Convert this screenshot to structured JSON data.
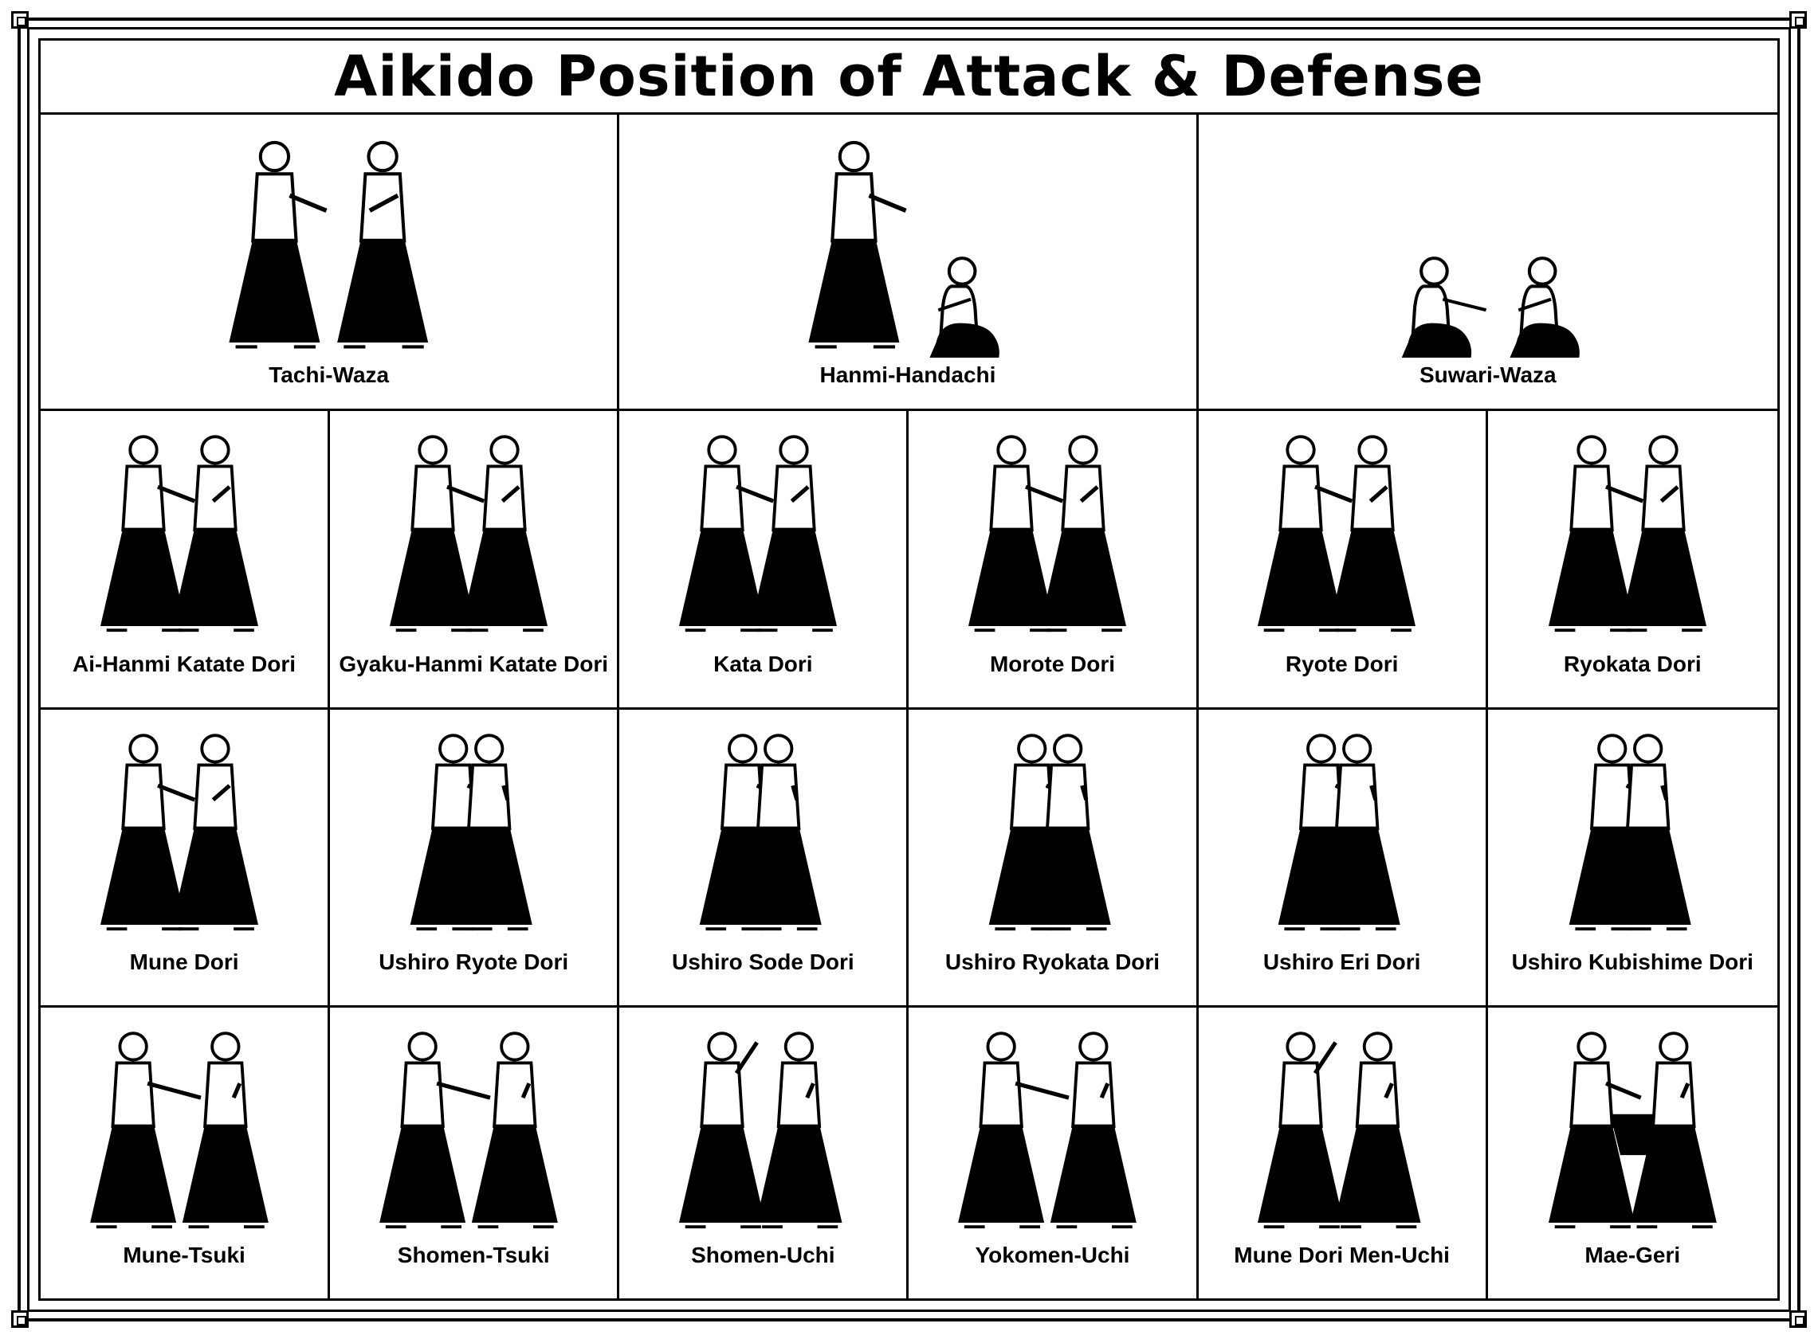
{
  "title": "Aikido Position of Attack & Defense",
  "row1": [
    {
      "label": "Tachi-Waza",
      "pose": "standing"
    },
    {
      "label": "Hanmi-Handachi",
      "pose": "standing-kneeling"
    },
    {
      "label": "Suwari-Waza",
      "pose": "kneeling"
    }
  ],
  "row2": [
    {
      "label": "Ai-Hanmi Katate Dori"
    },
    {
      "label": "Gyaku-Hanmi Katate Dori"
    },
    {
      "label": "Kata Dori"
    },
    {
      "label": "Morote Dori"
    },
    {
      "label": "Ryote Dori"
    },
    {
      "label": "Ryokata Dori"
    }
  ],
  "row3": [
    {
      "label": "Mune Dori"
    },
    {
      "label": "Ushiro Ryote Dori"
    },
    {
      "label": "Ushiro Sode Dori"
    },
    {
      "label": "Ushiro Ryokata Dori"
    },
    {
      "label": "Ushiro Eri Dori"
    },
    {
      "label": "Ushiro Kubishime Dori"
    }
  ],
  "row4": [
    {
      "label": "Mune-Tsuki"
    },
    {
      "label": "Shomen-Tsuki"
    },
    {
      "label": "Shomen-Uchi"
    },
    {
      "label": "Yokomen-Uchi"
    },
    {
      "label": "Mune Dori Men-Uchi"
    },
    {
      "label": "Mae-Geri"
    }
  ]
}
